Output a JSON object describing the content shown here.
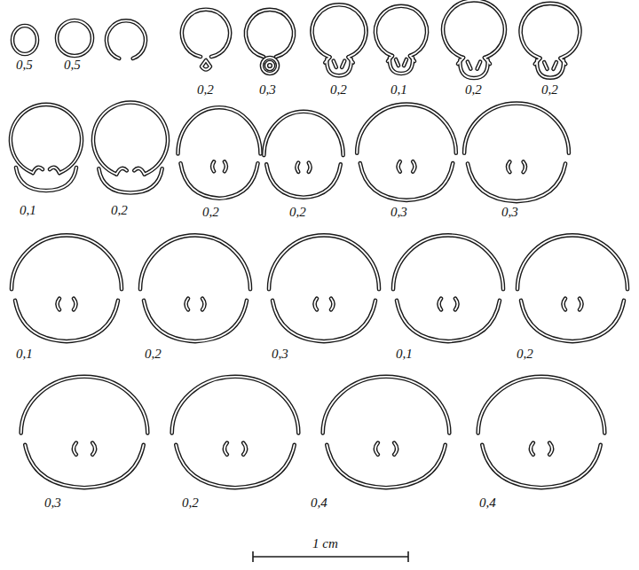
{
  "diagram": {
    "labels": [
      "0,5",
      "0,5",
      "0,2",
      "0,3",
      "0,2",
      "0,1",
      "0,2",
      "0,2",
      "0,1",
      "0,2",
      "0,2",
      "0,2",
      "0,3",
      "0,3",
      "0,1",
      "0,2",
      "0,3",
      "0,1",
      "0,2",
      "0,3",
      "0,2",
      "0,4",
      "0,4",
      "1 cm"
    ]
  }
}
